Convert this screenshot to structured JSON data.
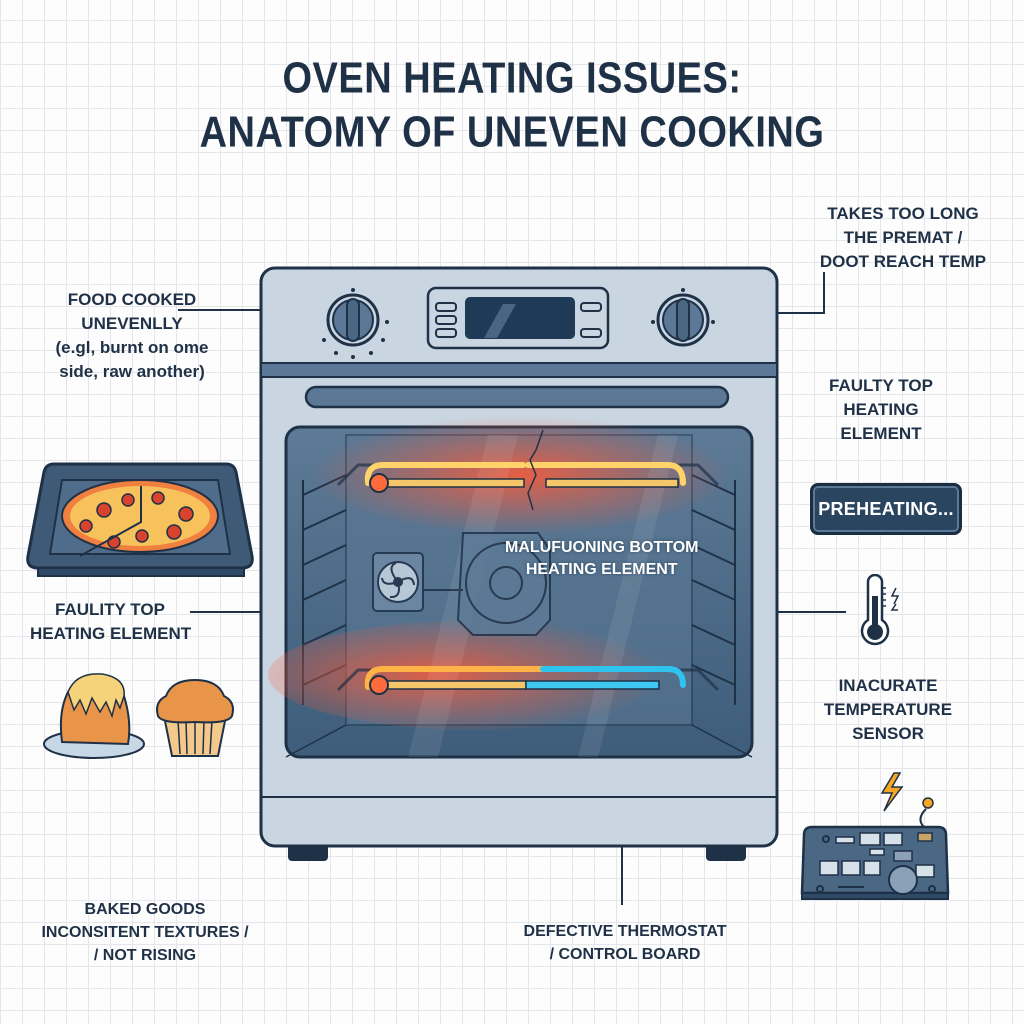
{
  "title": {
    "line1": "OVEN HEATING ISSUES:",
    "line2": "ANATOMY OF UNEVEN COOKING"
  },
  "callouts": {
    "food_uneven": {
      "lines": [
        "FOOD COOKED",
        "UNEVENLLY",
        "(e.gl, burnt on ome",
        "side, raw another)"
      ]
    },
    "preheat_slow": {
      "lines": [
        "TAKES TOO LONG",
        "THE PREMAT /",
        "DOOT REACH TEMP"
      ]
    },
    "faulty_top_right": {
      "lines": [
        "FAULTY TOP",
        "HEATING",
        "ELEMENT"
      ]
    },
    "faulty_top_left": {
      "lines": [
        "FAULITY TOP",
        "HEATING ELEMENT"
      ]
    },
    "bottom_element": {
      "lines": [
        "MALUFUONING BOTTOM",
        "HEATING ELEMENT"
      ]
    },
    "temp_sensor": {
      "lines": [
        "INACURATE",
        "TEMPERATURE",
        "SENSOR"
      ]
    },
    "baked_goods": {
      "lines": [
        "BAKED GOODS",
        "INCONSITENT TEXTURES /",
        "/ NOT RISING"
      ]
    },
    "thermostat": {
      "lines": [
        "DEFECTIVE THERMOSTAT",
        "/ CONTROL BOARD"
      ]
    }
  },
  "badge": {
    "label": "PREHEATING..."
  },
  "icons": {
    "oven": "oven-illustration",
    "pizza": "pizza-tray-icon",
    "cake": "collapsed-cake-icon",
    "muffin": "muffin-icon",
    "thermometer": "thermometer-icon",
    "control_board": "control-board-icon",
    "lightning": "lightning-icon",
    "fan": "convection-fan-icon"
  },
  "colors": {
    "ink": "#1f3147",
    "oven_body": "#c9d6e2",
    "oven_cavity": "#4f6f8c",
    "hot": "#ff5a36",
    "glow": "#ffd36a",
    "cold": "#2fc3f0",
    "badge_bg": "#2a4560",
    "grid": "#e4e6ea"
  }
}
